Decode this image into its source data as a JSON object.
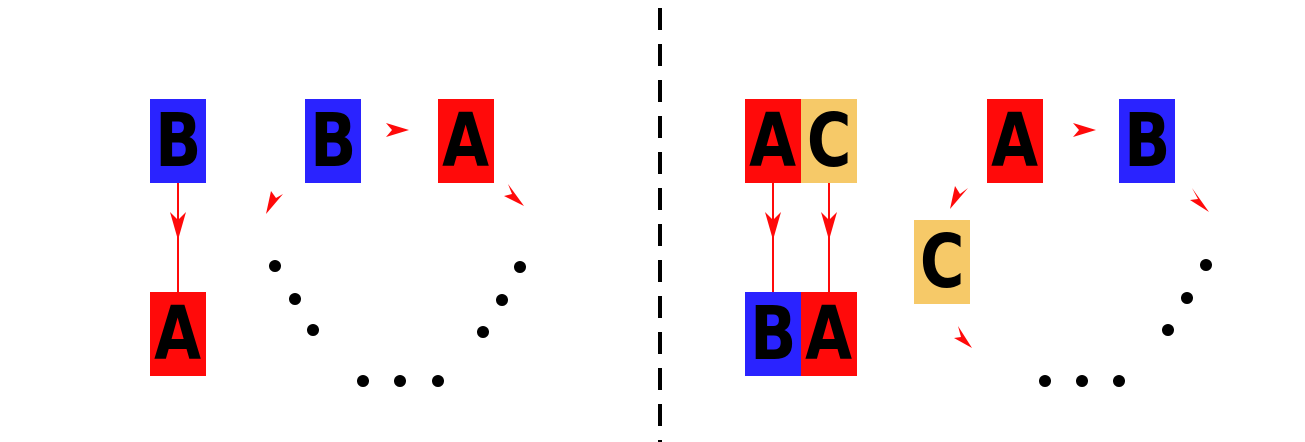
{
  "colors": {
    "red": "#ff0a0a",
    "blue": "#2a23ff",
    "gold": "#f6c968",
    "arrow": "#ff0a0a",
    "dot": "#000000"
  },
  "left_panel": {
    "chain_top": "B",
    "chain_bottom": "A",
    "cycle_first": "B",
    "cycle_second": "A"
  },
  "right_panel": {
    "pair_top_left": "A",
    "pair_top_right": "C",
    "pair_bottom_left": "B",
    "pair_bottom_right": "A",
    "cycle_first": "A",
    "cycle_second": "B",
    "cycle_third": "C"
  }
}
